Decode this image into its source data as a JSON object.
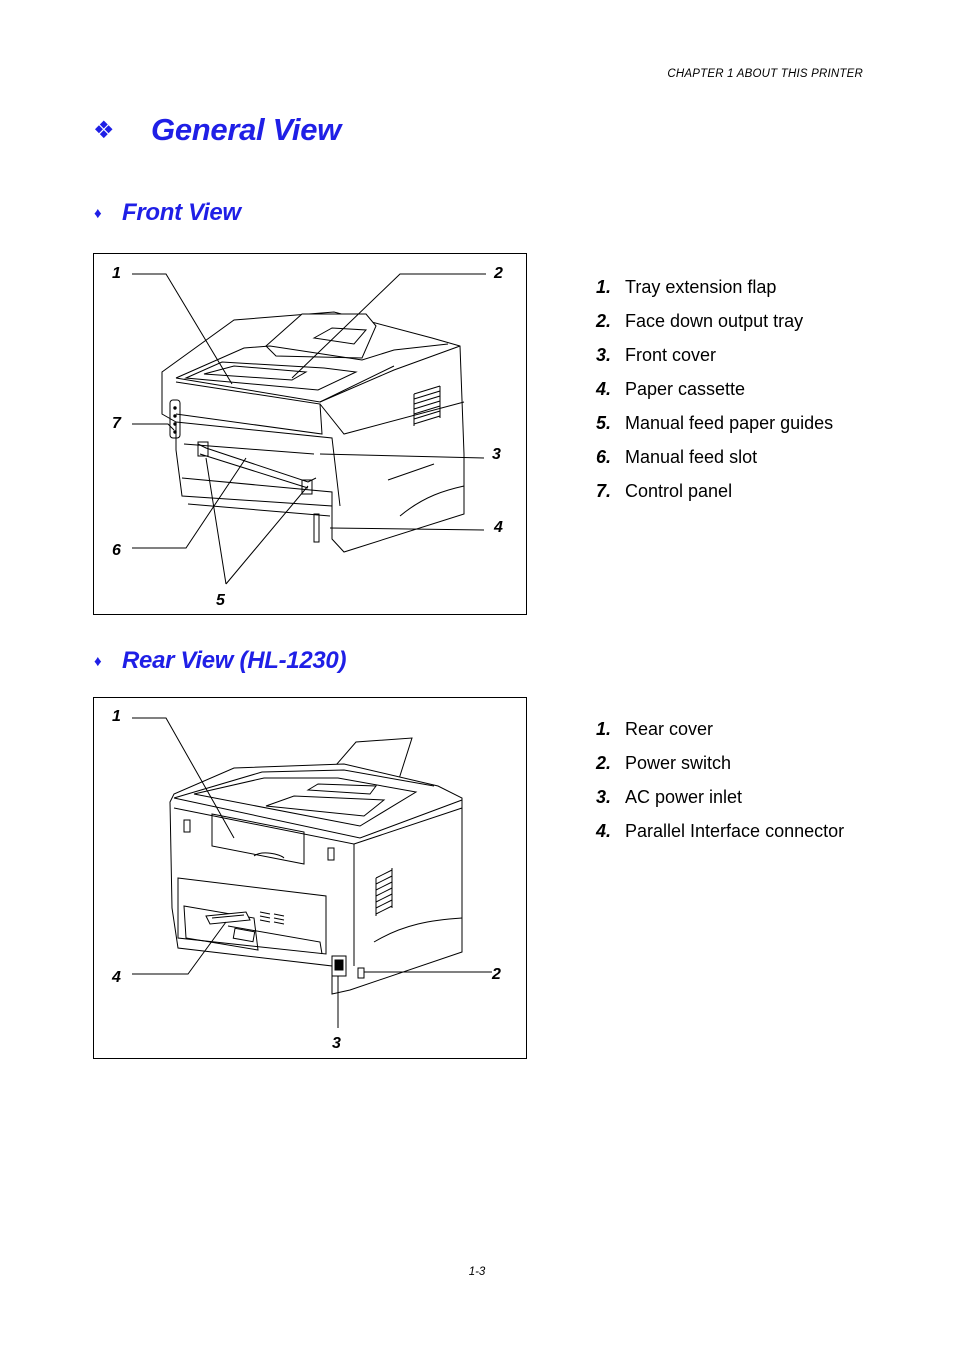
{
  "header": {
    "chapter": "CHAPTER 1 ABOUT THIS PRINTER"
  },
  "general": {
    "bullet": "❖",
    "title": "General View"
  },
  "front": {
    "bullet": "♦",
    "title": "Front View",
    "callouts": [
      "1",
      "2",
      "3",
      "4",
      "5",
      "6",
      "7"
    ],
    "items": [
      {
        "num": "1.",
        "label": "Tray extension flap"
      },
      {
        "num": "2.",
        "label": "Face down output tray"
      },
      {
        "num": "3.",
        "label": "Front cover"
      },
      {
        "num": "4.",
        "label": "Paper cassette"
      },
      {
        "num": "5.",
        "label": "Manual feed paper guides"
      },
      {
        "num": "6.",
        "label": "Manual feed slot"
      },
      {
        "num": "7.",
        "label": "Control panel"
      }
    ]
  },
  "rear": {
    "bullet": "♦",
    "title": "Rear View (HL-1230)",
    "callouts": [
      "1",
      "2",
      "3",
      "4"
    ],
    "items": [
      {
        "num": "1.",
        "label": "Rear cover"
      },
      {
        "num": "2.",
        "label": "Power switch"
      },
      {
        "num": "3.",
        "label": "AC power inlet"
      },
      {
        "num": "4.",
        "label": "Parallel Interface connector"
      }
    ]
  },
  "footer": {
    "page": "1-3"
  },
  "colors": {
    "heading": "#1f1fe6",
    "text": "#000000"
  }
}
